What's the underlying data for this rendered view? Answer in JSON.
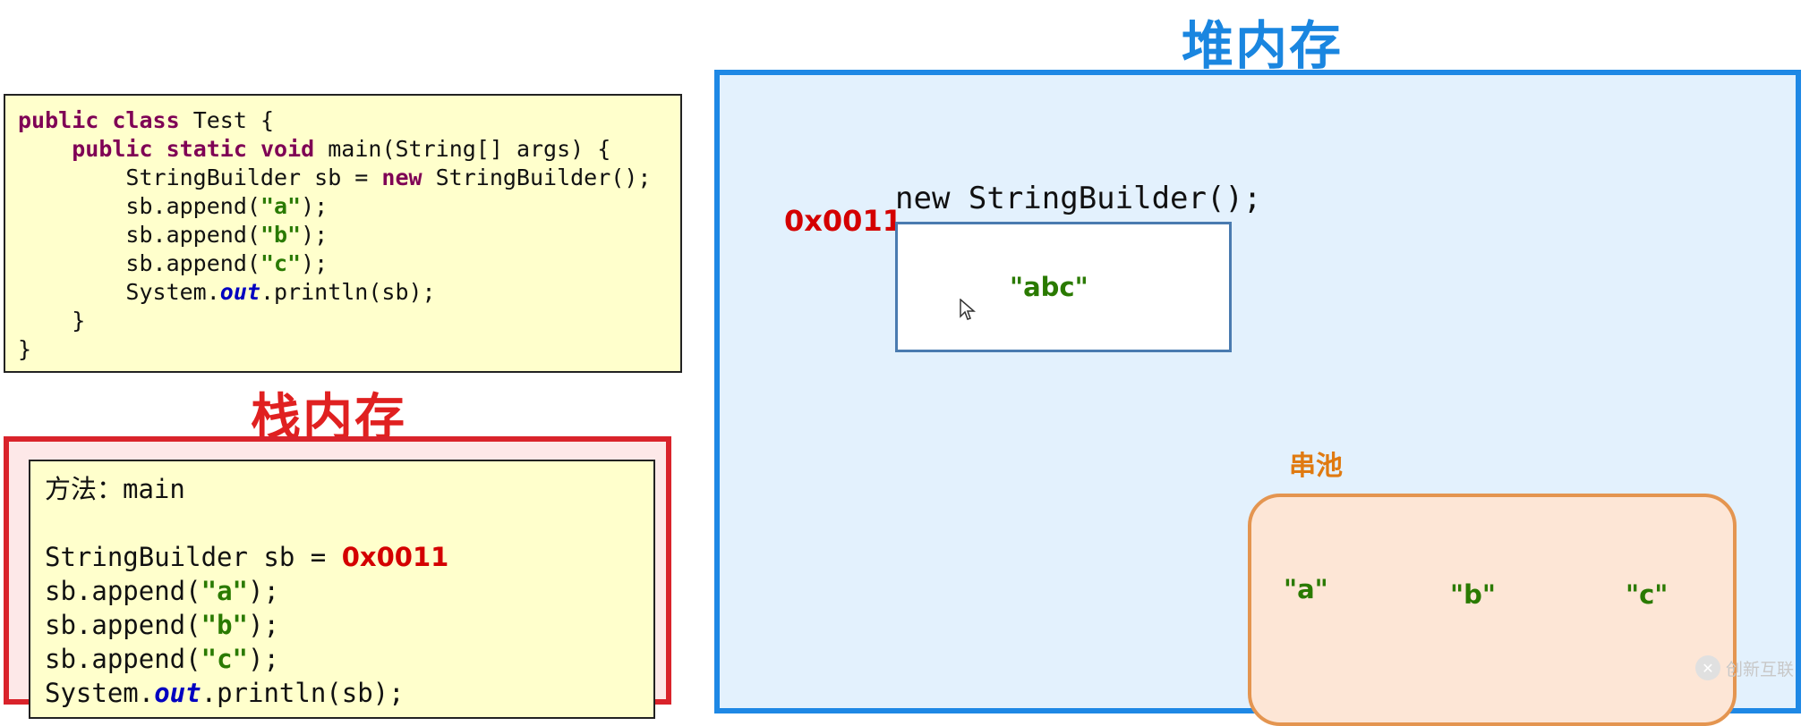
{
  "code": {
    "kw_public": "public",
    "kw_class": "class",
    "class_rest": " Test {",
    "kw_static": "static",
    "kw_void": "void",
    "main_sig": " main(String[] args) {",
    "decl_start": "StringBuilder sb = ",
    "kw_new": "new",
    "decl_end": " StringBuilder();",
    "append_start": "sb.append(",
    "append_end": ");",
    "str_a": "\"a\"",
    "str_b": "\"b\"",
    "str_c": "\"c\"",
    "print_start": "System.",
    "field_out": "out",
    "print_end": ".println(sb);",
    "close_brace": "}"
  },
  "stack": {
    "title": "栈内存",
    "method_line": "方法：main",
    "sb_decl": "StringBuilder sb = ",
    "sb_addr": "0x0011"
  },
  "heap": {
    "title": "堆内存",
    "new_label": "new StringBuilder();",
    "addr": "0x0011",
    "obj_value": "\"abc\""
  },
  "pool": {
    "title": "串池",
    "items": [
      "\"a\"",
      "\"b\"",
      "\"c\""
    ]
  },
  "watermark": {
    "text": "创新互联"
  },
  "colors": {
    "stack_border": "#d9232b",
    "heap_border": "#1e88e5",
    "pool_border": "#e49550",
    "string_literal": "#2a7a00",
    "address": "#d40000"
  }
}
